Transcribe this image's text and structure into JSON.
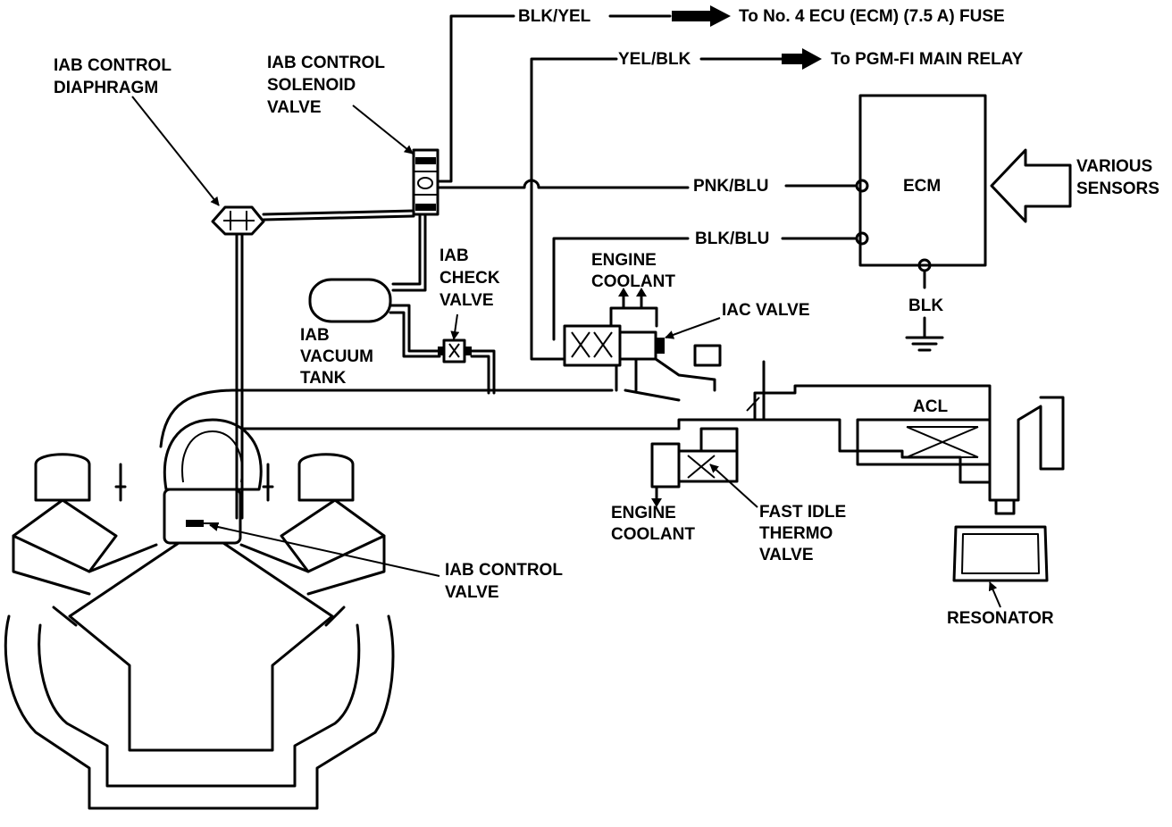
{
  "labels": {
    "blk_yel": "BLK/YEL",
    "fuse_dest": "To No. 4 ECU (ECM) (7.5 A) FUSE",
    "yel_blk": "YEL/BLK",
    "relay_dest": "To PGM-FI MAIN RELAY",
    "pnk_blu": "PNK/BLU",
    "blk_blu": "BLK/BLU",
    "blk": "BLK",
    "ecm": "ECM",
    "various_sensors": [
      "VARIOUS",
      "SENSORS"
    ],
    "iab_control_diaphragm": [
      "IAB CONTROL",
      "DIAPHRAGM"
    ],
    "iab_control_solenoid_valve": [
      "IAB CONTROL",
      "SOLENOID",
      "VALVE"
    ],
    "iab_check_valve": [
      "IAB",
      "CHECK",
      "VALVE"
    ],
    "iab_vacuum_tank": [
      "IAB",
      "VACUUM",
      "TANK"
    ],
    "engine_coolant_top": [
      "ENGINE",
      "COOLANT"
    ],
    "iac_valve": "IAC VALVE",
    "acl": "ACL",
    "engine_coolant_bottom": [
      "ENGINE",
      "COOLANT"
    ],
    "fast_idle_thermo_valve": [
      "FAST IDLE",
      "THERMO",
      "VALVE"
    ],
    "iab_control_valve": [
      "IAB CONTROL",
      "VALVE"
    ],
    "resonator": "RESONATOR"
  },
  "colors": {
    "ink": "#000000",
    "paper": "#ffffff"
  }
}
